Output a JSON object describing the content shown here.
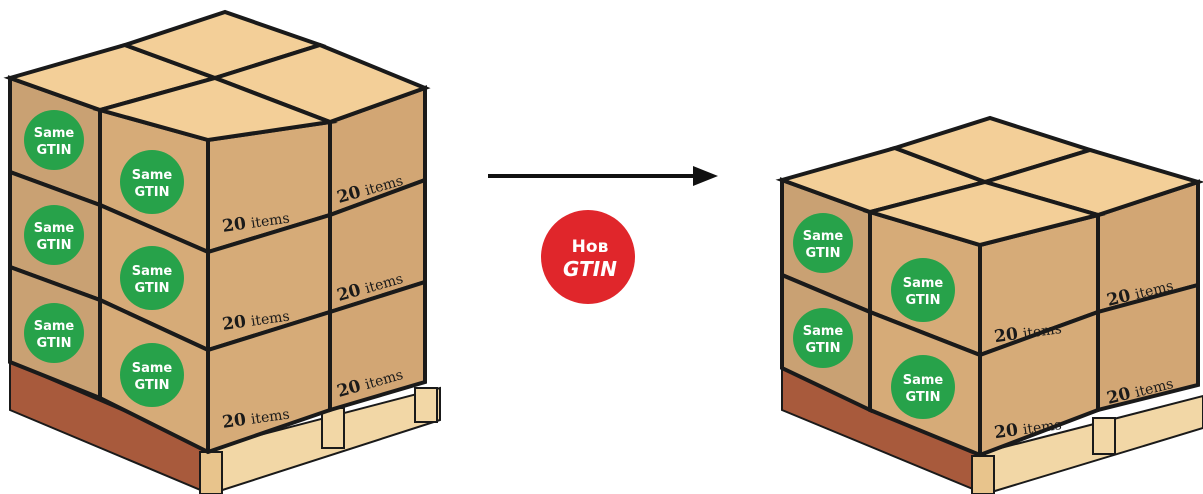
{
  "colors": {
    "box_side": "#c9a173",
    "box_front": "#d6ab78",
    "box_top": "#f3cf98",
    "outline": "#1a1a1a",
    "pallet_dark": "#a85a3c",
    "pallet_light": "#f2d7a6",
    "badge_green": "#27a24a",
    "badge_red": "#e0262b"
  },
  "badge": {
    "line1": "Same",
    "line2": "GTIN"
  },
  "box_label": {
    "count": "20",
    "unit": "items"
  },
  "new_gtin": {
    "line1": "Нов",
    "line2": "GTIN"
  },
  "pallets": [
    {
      "name": "left-pallet",
      "layers": 3,
      "boxes_per_layer": 4
    },
    {
      "name": "right-pallet",
      "layers": 2,
      "boxes_per_layer": 4
    }
  ]
}
